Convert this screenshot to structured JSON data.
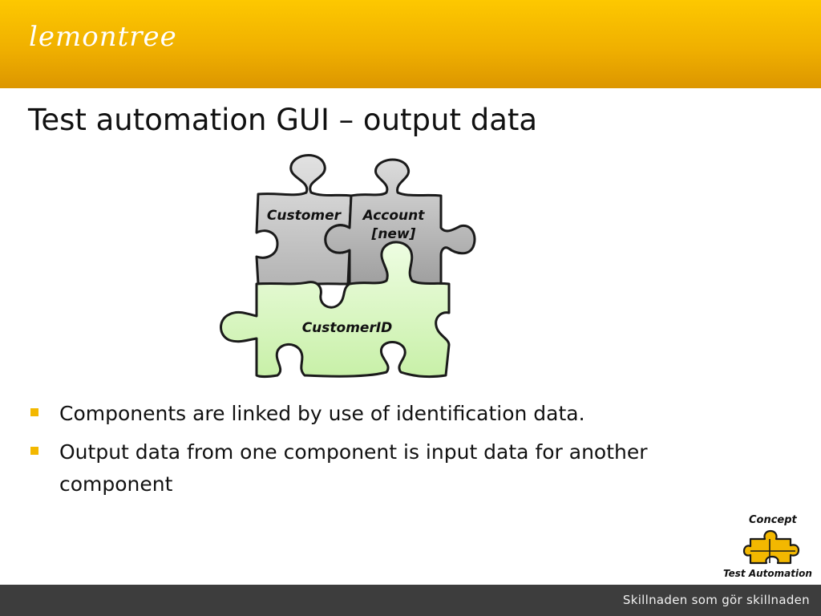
{
  "header": {
    "brand": "lemontree",
    "colors": {
      "banner_top": "#fdc800",
      "banner_bottom": "#dc9600",
      "accent": "#f3b800"
    }
  },
  "slide": {
    "title": "Test automation GUI – output data"
  },
  "diagram": {
    "pieces": [
      {
        "label": "Customer",
        "color": "#c4c4c4"
      },
      {
        "label_line1": "Account",
        "label_line2": "[new]",
        "color": "#b8b8b8"
      },
      {
        "label": "CustomerID",
        "color": "#d4f7b8"
      }
    ]
  },
  "bullets": [
    {
      "text": "Components are linked by use of identification data."
    },
    {
      "text": "Output data from one component is input data for another component"
    }
  ],
  "badge": {
    "top_label": "Concept",
    "bottom_label": "Test Automation",
    "icon": "puzzle-icon",
    "icon_color": "#f3b800"
  },
  "footer": {
    "tagline": "Skillnaden som gör skillnaden",
    "color": "#3d3d3d"
  }
}
